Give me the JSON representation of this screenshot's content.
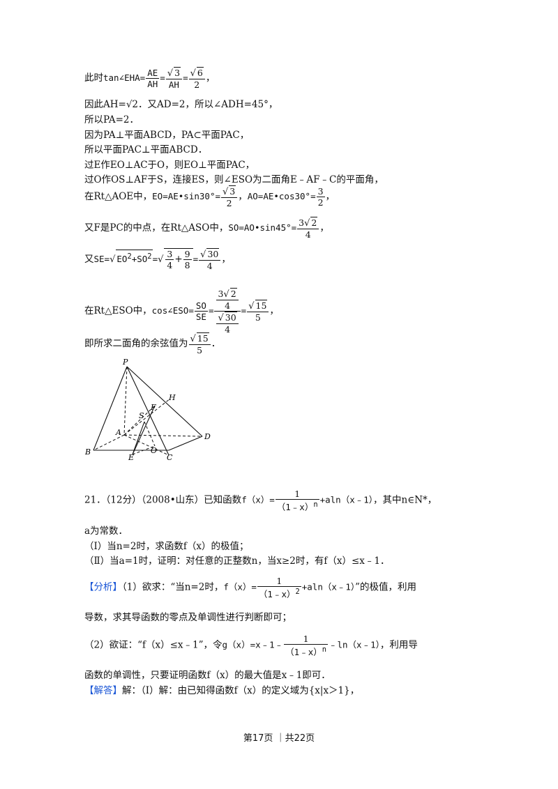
{
  "lines": {
    "l1_prefix": "此时",
    "l1_expr": "tan∠EHA=",
    "l2": "因此AH=√2．又AD=2，所以∠ADH=45°，",
    "l3": "所以PA=2．",
    "l4": "因为PA⊥平面ABCD，PA⊂平面PAC，",
    "l5": "所以平面PAC⊥平面ABCD．",
    "l6": "过E作EO⊥AC于O，则EO⊥平面PAC，",
    "l7": "过O作OS⊥AF于S，连接ES，则∠ESO为二面角E﹣AF﹣C的平面角，",
    "l8_prefix": "在Rt△AOE中，",
    "l8_eo": "EO=AE•sin30°",
    "l8_ao": "AO=AE•cos30°",
    "l9_prefix": "又F是PC的中点，在Rt△ASO中，",
    "l9_so": "SO=AO•sin45°",
    "l10_prefix": "又",
    "l10_se": "SE=",
    "l11_prefix": "在Rt△ESO中，",
    "l11_cos": "cos∠ESO=",
    "l12_prefix": "即所求二面角的余弦值为"
  },
  "fractions": {
    "ae": "AE",
    "ah": "AH",
    "r3": "3",
    "r6": "6",
    "two": "2",
    "three": "3",
    "r2": "2",
    "four": "4",
    "nine": "9",
    "eight": "8",
    "r30": "30",
    "r15": "15",
    "five": "5",
    "so": "SO",
    "se": "SE",
    "three_r2": "3",
    "eo2": "EO",
    "so2": "SO",
    "sq": "2"
  },
  "figure_labels": {
    "P": "P",
    "H": "H",
    "F": "F",
    "S": "S",
    "A": "A",
    "D": "D",
    "B": "B",
    "E": "E",
    "O": "O",
    "C": "C"
  },
  "q21": {
    "head": "21．（12分）（2008•山东）已知函数",
    "fx": "f（x）=",
    "num": "1",
    "den": "（1﹣x）",
    "sup_n": "n",
    "tail_expr": "+aln（x﹣1）",
    "tail": "，其中n∈N*，",
    "l2": "a为常数．",
    "l3": "（Ⅰ）当n=2时，求函数f（x）的极值；",
    "l4": "（Ⅱ）当a=1时，证明：对任意的正整数n，当x≥2时，有f（x）≤x﹣1．"
  },
  "analysis": {
    "tag": "【分析】",
    "p1_head": "（1）欲求：“当n=2时，",
    "p1_sup": "2",
    "p1_tail": "”的极值，利用",
    "p2": "导数，求其导函数的零点及单调性进行判断即可；",
    "p3_head": "（2）欲证：“f（x）≤x﹣1”，令",
    "p3_g": "g（x）=x﹣1﹣",
    "p3_ln": "﹣ln（x﹣1）",
    "p3_tail": "，利用导",
    "p4": "函数的单调性，只要证明函数f（x）的最大值是x﹣1即可．"
  },
  "solution": {
    "tag": "【解答】",
    "text": "解：（Ⅰ）解：由已知得函数f（x）的定义域为{x|x＞1}，"
  },
  "footer": {
    "text": "第17页 ｜共22页"
  },
  "colors": {
    "tag": "#1a56d6",
    "text": "#111111"
  }
}
